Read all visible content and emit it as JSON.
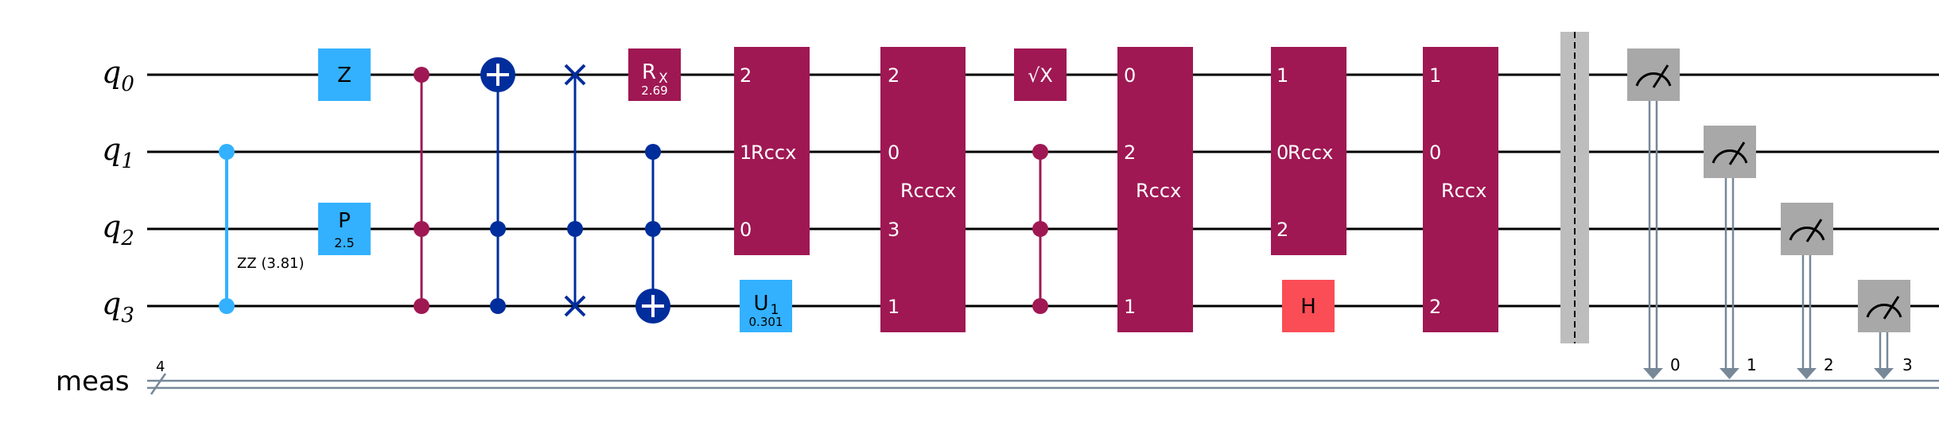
{
  "circuit": {
    "qubits": [
      {
        "letter": "q",
        "index": "0"
      },
      {
        "letter": "q",
        "index": "1"
      },
      {
        "letter": "q",
        "index": "2"
      },
      {
        "letter": "q",
        "index": "3"
      }
    ],
    "classical_register": {
      "name": "meas",
      "width": "4"
    },
    "gates": {
      "zz": {
        "label": "ZZ (3.81)"
      },
      "z": {
        "label": "Z"
      },
      "p": {
        "label": "P",
        "param": "2.5"
      },
      "rx": {
        "label_main": "R",
        "label_sub": "X",
        "param": "2.69"
      },
      "u1": {
        "label_main": "U",
        "label_sub": "1",
        "param": "0.301"
      },
      "rccx_a": {
        "label": "Rccx",
        "pins": [
          "2",
          "1",
          "0"
        ]
      },
      "rcccx": {
        "label": "Rcccx",
        "pins": [
          "2",
          "0",
          "3",
          "1"
        ]
      },
      "sx": {
        "label": "√X"
      },
      "rccx_b": {
        "label": "Rccx",
        "pins": [
          "0",
          "2",
          "1"
        ]
      },
      "rccx_c": {
        "label": "Rccx",
        "pins": [
          "1",
          "0",
          "2"
        ]
      },
      "h": {
        "label": "H"
      },
      "rccx_d": {
        "label": "Rccx",
        "pins": [
          "1",
          "0",
          "2"
        ]
      }
    },
    "measure_bits": [
      "0",
      "1",
      "2",
      "3"
    ],
    "colors": {
      "pauli_blue": "#33b1ff",
      "multi_gate": "#9f1853",
      "controlled_blue": "#002d9c",
      "h_red": "#fa4d56",
      "measure_gray": "#a8a8a8",
      "classical_wire": "#778899",
      "barrier": "#bdbdbd"
    }
  }
}
